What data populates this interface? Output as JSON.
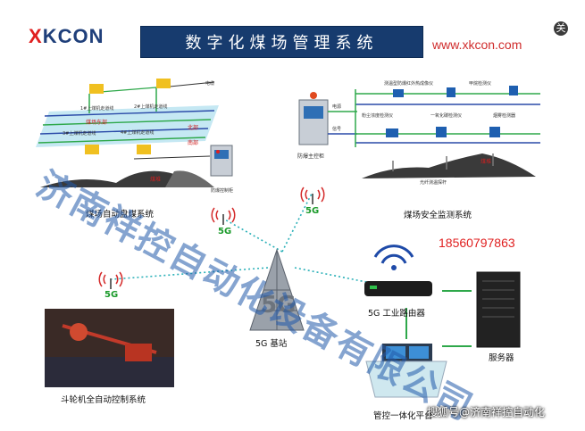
{
  "header": {
    "logo_mark": "X",
    "logo_text": "KCON",
    "title": "数字化煤场管理系统",
    "url": "www.xkcon.com",
    "close_label": "关"
  },
  "sections": {
    "stacker": "煤场自动盘煤系统",
    "safety": "煤场安全监测系统",
    "bucket": "斗轮机全自动控制系统",
    "base_station": "5G 基站",
    "router": "5G 工业路由器",
    "server": "服务器",
    "platform": "管控一体化平台"
  },
  "network": {
    "tag_5g": "5G"
  },
  "stacker_detail": {
    "tracks": [
      "1#上煤机走道线",
      "2#上煤机走道线",
      "3#上煤机走道线",
      "4#上煤机走道线"
    ],
    "zone_left": "煤场东部",
    "zone_right": "北部",
    "zone_right2": "南部",
    "pile_label": "煤堆",
    "cabinet_label": "防爆控制柜",
    "cable": "电缆"
  },
  "safety_detail": {
    "top_sensors": [
      "测温型防爆红外热成像仪",
      "甲烷检测仪"
    ],
    "mid_sensors": [
      "粉尘浓度检测仪",
      "一氧化碳检测仪",
      "烟雾检测器"
    ],
    "pile_label": "煤堆",
    "bottom_note": "光纤测温探杆",
    "cabinet_label": "防爆主控柜",
    "cable_labels": [
      "电源",
      "信号"
    ]
  },
  "contact": {
    "phone": "18560797863"
  },
  "overlay": {
    "watermark": "济南祥控自动化设备有限公司",
    "sohu": "搜狐号@济南祥控自动化"
  }
}
